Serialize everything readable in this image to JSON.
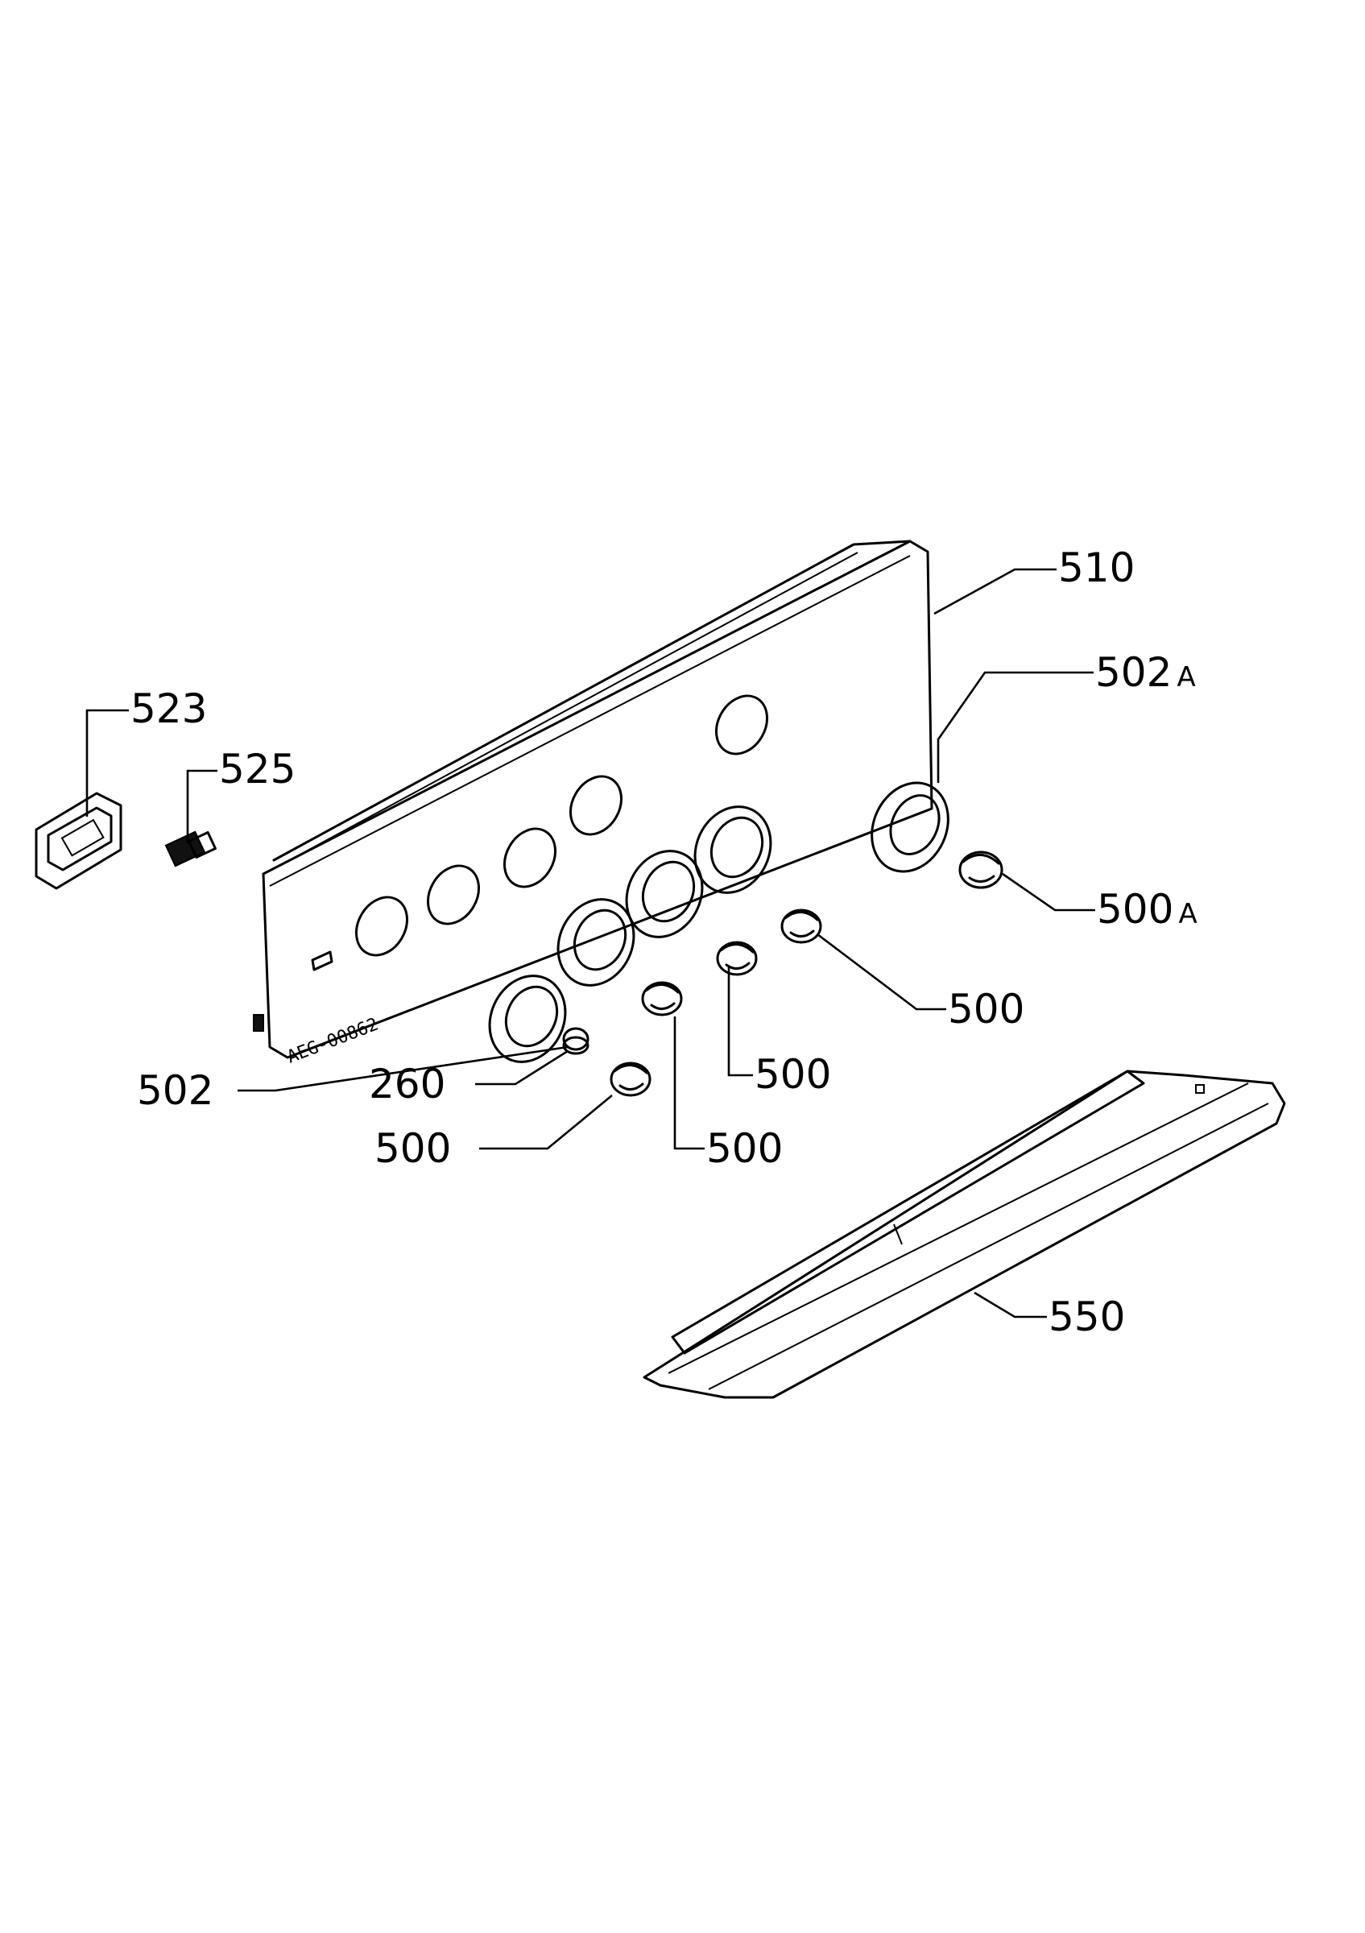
{
  "labels": {
    "l510": "510",
    "l502a": {
      "num": "502",
      "suffix": "A"
    },
    "l523": "523",
    "l525": "525",
    "l500a": {
      "num": "500",
      "suffix": "A"
    },
    "l500_right": "500",
    "l500_mid": "500",
    "l500_bottom": "500",
    "l500_left": "500",
    "l502": "502",
    "l260": "260",
    "l550": "550"
  },
  "panel_stamp": "AEG-00862"
}
